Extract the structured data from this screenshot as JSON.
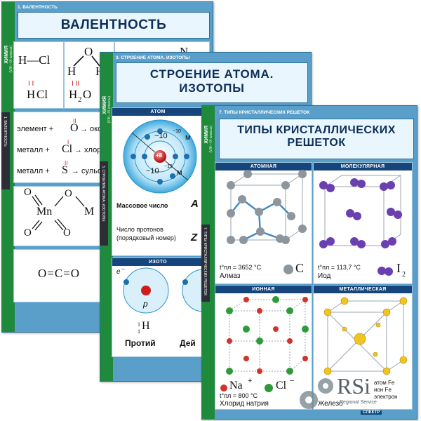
{
  "posters": {
    "valence": {
      "side_label": "ХИМИЯ",
      "side_sublabel": "(VIII—IX классы)",
      "header_caption": "1. ВАЛЕНТНОСТЬ",
      "title": "ВАЛЕНТНОСТЬ",
      "hcl_structural": "H—Cl",
      "hcl_formula_h": "H",
      "hcl_formula_cl": "Cl",
      "hcl_valence": "I  I",
      "water_h1": "H",
      "water_o": "O",
      "water_h2": "H",
      "water_formula": "H",
      "water_sub": "2",
      "water_o2": "O",
      "water_valence": "I  II",
      "partial_n": "N",
      "partial_h": "H",
      "line_oxide_left": "элемент +",
      "line_oxide_el": "O",
      "line_oxide_right": "→ оксиды",
      "line_oxide_val": "II",
      "line_chloride_left": "металл +",
      "line_chloride_el": "Cl",
      "line_chloride_right": "→ хлориды",
      "line_chloride_val": "I",
      "line_sulfide_left": "металл +",
      "line_sulfide_el": "S",
      "line_sulfide_right": "→ сульфиды",
      "line_sulfide_val": "II",
      "mn_oxide_mn1": "Mn",
      "mn_oxide_mn2": "M",
      "mn_oxide_o": "O",
      "co2": "O=C=O",
      "vertical_caption": "1. ВАЛЕНТНОСТЬ"
    },
    "atom": {
      "side_label": "ХИМИЯ",
      "side_sublabel": "(VIII—IX классы)",
      "header_caption": "3. СТРОЕНИЕ АТОМА. ИЗОТОПЫ",
      "title_line1": "СТРОЕНИЕ АТОМА.",
      "title_line2": "ИЗОТОПЫ",
      "section_atom": "АТОМ",
      "atom_size": "~10",
      "atom_size_exp": "−10",
      "atom_size_unit": "м",
      "nucleus_size": "~10",
      "nucleus_size_exp": "−15",
      "nucleus_size_unit": "м",
      "nucleus_charge": "+8",
      "mass_number_label": "Массовое число",
      "mass_number_symbol": "A",
      "protons_label_1": "Число протонов",
      "protons_label_2": "(порядковый номер)",
      "protons_symbol": "Z",
      "section_isotopes": "ИЗОТО",
      "electron_label": "e",
      "electron_sign": "−",
      "proton_label": "p",
      "isotope_mass": "1",
      "isotope_charge": "1",
      "isotope_symbol": "H",
      "isotope_name": "Протий",
      "isotope_name2": "Дей",
      "vertical_caption": "3. СТРОЕНИЕ АТОМА. ИЗОТОПЫ"
    },
    "crystal": {
      "side_label": "ХИМИЯ",
      "side_sublabel": "(VIII—IX классы)",
      "header_caption": "7. ТИПЫ КРИСТАЛЛИЧЕСКИХ РЕШЕТОК",
      "title_line1": "ТИПЫ КРИСТАЛЛИЧЕСКИХ",
      "title_line2": "РЕШЕТОК",
      "cells": [
        {
          "section": "АТОМНАЯ",
          "temp_label": "t°пл = 3652 °C",
          "substance": "Алмаз",
          "symbol": "C"
        },
        {
          "section": "МОЛЕКУЛЯРНАЯ",
          "temp_label": "t°пл = 113,7 °C",
          "substance": "Иод",
          "symbol": "I",
          "symbol_sub": "2"
        },
        {
          "section": "ИОННАЯ",
          "temp_label": "t°пл = 800 °C",
          "substance": "Хлорид натрия",
          "symbol": "Na",
          "symbol_sup": "+",
          "symbol2": "Cl",
          "symbol2_sup": "−"
        },
        {
          "section": "МЕТАЛЛИЧЕСКАЯ",
          "temp_label": "",
          "substance": "Железо",
          "symbol": "атом Fe",
          "symbol2": "ион Fe",
          "symbol3": "электрон"
        }
      ],
      "footer_brand": "СПЕКТР",
      "vertical_caption": "7. ТИПЫ КРИСТАЛЛИЧЕСКИХ РЕШЕТОК"
    }
  },
  "watermark": {
    "text": "RSi",
    "subtext": "Regional Service"
  },
  "colors": {
    "poster_blue": "#5a9fc9",
    "title_navy": "#0d2f57",
    "side_green": "#1f8a3c",
    "section_navy": "#16457c",
    "valence_red": "#d21b1b"
  }
}
